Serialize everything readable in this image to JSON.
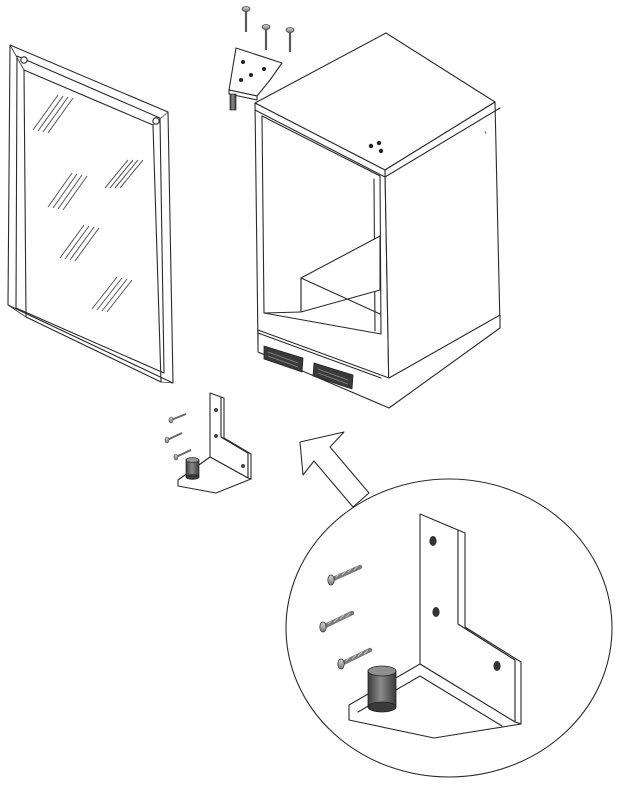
{
  "figure": {
    "description_text": "",
    "parts": [
      {
        "name": "glass-door",
        "icon": "door-icon"
      },
      {
        "name": "cabinet",
        "icon": "cabinet-icon"
      },
      {
        "name": "top-hinge-bracket",
        "icon": "hinge-icon"
      },
      {
        "name": "bottom-hinge-bracket",
        "icon": "hinge-icon"
      },
      {
        "name": "screws",
        "icon": "screw-icon"
      },
      {
        "name": "detail-magnifier",
        "icon": "zoom-circle-icon"
      },
      {
        "name": "direction-arrow",
        "icon": "arrow-up-left-icon"
      }
    ],
    "colors": {
      "line": "#2b2b2b",
      "steel_dark": "#4a4a4a",
      "glass_hatch": "#555555",
      "background": "#ffffff"
    }
  }
}
